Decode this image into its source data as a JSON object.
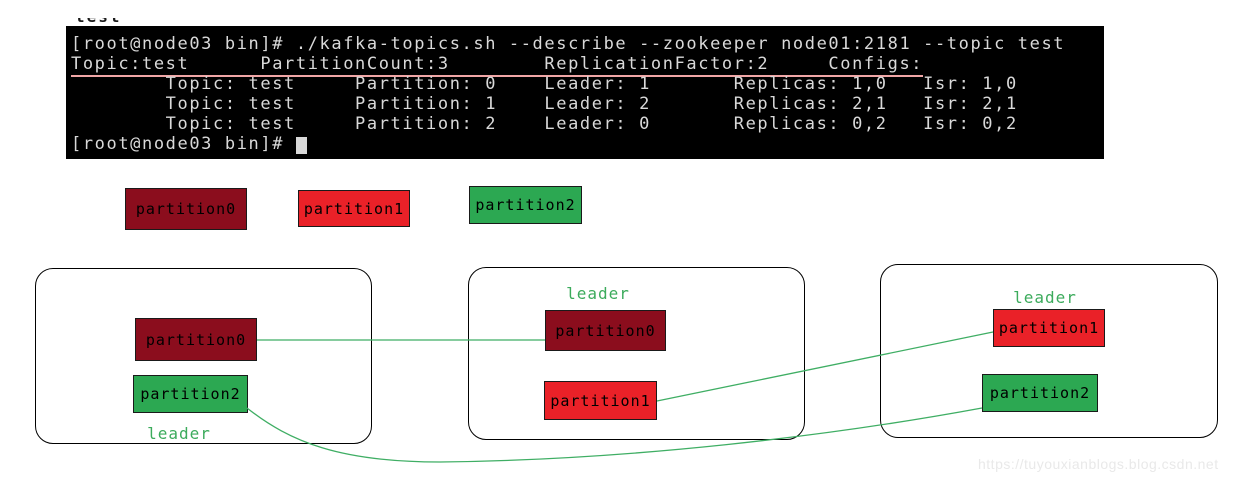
{
  "page": {
    "clipped_heading": "test",
    "watermark": "https://tuyouxianblogs.blog.csdn.net"
  },
  "terminal": {
    "background": "#000000",
    "text_color": "#d9d9d9",
    "underline_color": "#f0a6a6",
    "lines": [
      "[root@node03 bin]# ./kafka-topics.sh --describe --zookeeper node01:2181 --topic test",
      "Topic:test      PartitionCount:3        ReplicationFactor:2     Configs:",
      "        Topic: test     Partition: 0    Leader: 1       Replicas: 1,0   Isr: 1,0",
      "        Topic: test     Partition: 1    Leader: 2       Replicas: 2,1   Isr: 2,1",
      "        Topic: test     Partition: 2    Leader: 0       Replicas: 0,2   Isr: 0,2",
      "[root@node03 bin]# "
    ]
  },
  "colors": {
    "partition0_fill": "#8b0d1d",
    "partition1_fill": "#ea2128",
    "partition2_fill": "#2ca852",
    "connector_green": "#3fae64",
    "leader_text_green": "#3cab5c"
  },
  "legend_boxes": [
    {
      "label": "partition0"
    },
    {
      "label": "partition1"
    },
    {
      "label": "partition2"
    }
  ],
  "brokers": [
    {
      "leader_label": "leader",
      "partitions": [
        {
          "label": "partition0"
        },
        {
          "label": "partition2"
        }
      ]
    },
    {
      "leader_label": "leader",
      "partitions": [
        {
          "label": "partition0"
        },
        {
          "label": "partition1"
        }
      ]
    },
    {
      "leader_label": "leader",
      "partitions": [
        {
          "label": "partition1"
        },
        {
          "label": "partition2"
        }
      ]
    }
  ],
  "connections": [
    {
      "from": "broker1.partition0",
      "to": "broker2.partition0"
    },
    {
      "from": "broker2.partition1",
      "to": "broker3.partition1"
    },
    {
      "from": "broker1.partition2",
      "to": "broker3.partition2"
    }
  ]
}
